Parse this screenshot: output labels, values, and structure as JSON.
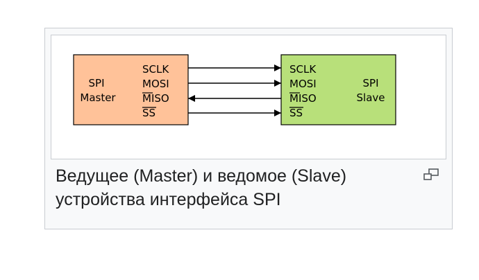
{
  "figure": {
    "caption": "Ведущее (Master) и ведомое (Slave) устройства интерфейса SPI",
    "magnify_icon": "magnify-clip-icon"
  },
  "diagram": {
    "master": {
      "name_line1": "SPI",
      "name_line2": "Master",
      "fill": "#ffc299",
      "pins": [
        "SCLK",
        "MOSI",
        "MISO",
        "SS"
      ]
    },
    "slave": {
      "name_line1": "SPI",
      "name_line2": "Slave",
      "fill": "#b8e07a",
      "pins": [
        "SCLK",
        "MOSI",
        "MISO",
        "SS"
      ]
    },
    "connections": [
      {
        "signal": "SCLK",
        "direction": "master-to-slave"
      },
      {
        "signal": "MOSI",
        "direction": "master-to-slave"
      },
      {
        "signal": "MISO",
        "direction": "slave-to-master"
      },
      {
        "signal": "SS",
        "direction": "master-to-slave"
      }
    ]
  }
}
